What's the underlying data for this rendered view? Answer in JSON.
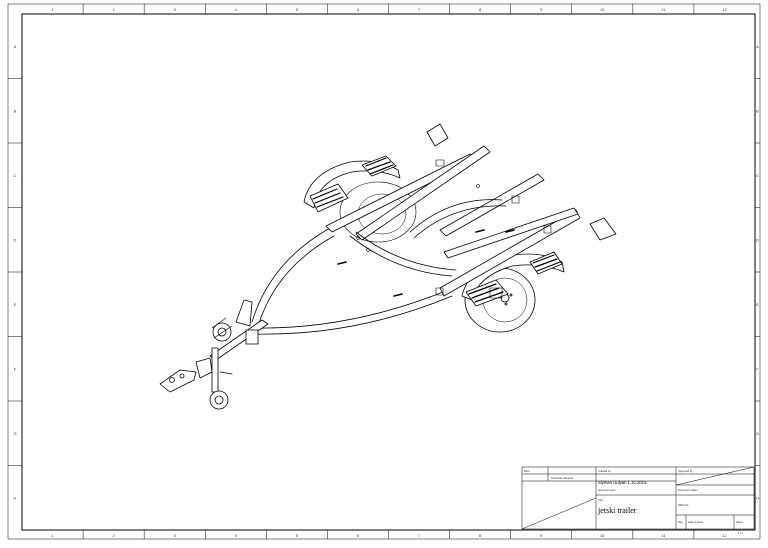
{
  "drawing": {
    "title": "jetski trailer",
    "created_by": "Slyman  Gulyan 1.10.2023",
    "sheet": "1 / 1",
    "zone_columns": [
      "1",
      "2",
      "3",
      "4",
      "5",
      "6",
      "7",
      "8",
      "9",
      "10",
      "11",
      "12"
    ],
    "zone_rows": [
      "A",
      "B",
      "C",
      "D",
      "E",
      "F",
      "G",
      "H"
    ],
    "labels": {
      "dept": "Dept.",
      "technical_reference": "Technical reference",
      "created_by_label": "Created by",
      "approved_by_label": "Approved by",
      "document_type": "Document type",
      "document_status": "Document status",
      "title_label": "Title",
      "dwg_no": "DWG No.",
      "rev": "Rev.",
      "date_of_issue": "Date of issue",
      "sheet_label": "Sheet"
    },
    "colors": {
      "line": "#000000",
      "paper": "#ffffff"
    }
  }
}
